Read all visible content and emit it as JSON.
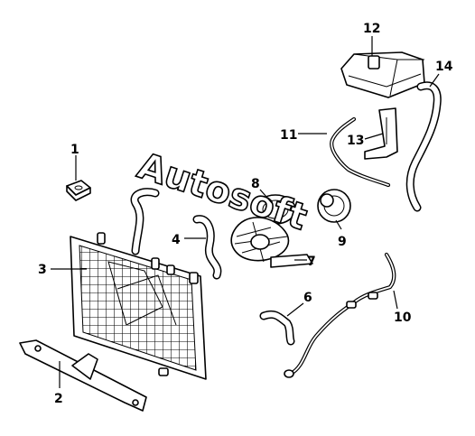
{
  "watermark": "Autosoft",
  "callouts": [
    "1",
    "2",
    "3",
    "4",
    "6",
    "7",
    "8",
    "9",
    "10",
    "11",
    "12",
    "13",
    "14"
  ]
}
